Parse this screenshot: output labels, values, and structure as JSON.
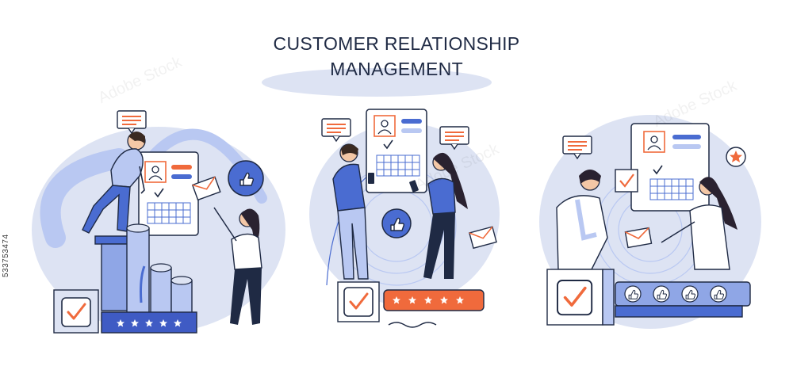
{
  "title": {
    "line1": "CUSTOMER RELATIONSHIP",
    "line2": "MANAGEMENT"
  },
  "stock_id": "533753474",
  "watermark": "Adobe Stock",
  "colors": {
    "navy": "#1f2a44",
    "blue": "#4a6cd1",
    "light_blue": "#b9c8f2",
    "pale_blue": "#dde3f3",
    "orange": "#f06a3c",
    "white": "#ffffff"
  },
  "scenes": [
    {
      "name": "scene-left",
      "icons": [
        "chat-bubble-icon",
        "profile-card-icon",
        "calendar-icon",
        "envelope-icon",
        "thumbs-up-icon",
        "checkbox-icon",
        "five-star-rating-icon",
        "bar-chart-icon"
      ]
    },
    {
      "name": "scene-center",
      "icons": [
        "chat-bubble-icon",
        "profile-card-icon",
        "calendar-icon",
        "thumbs-up-icon",
        "envelope-icon",
        "checkbox-icon",
        "five-star-rating-icon"
      ]
    },
    {
      "name": "scene-right",
      "icons": [
        "chat-bubble-icon",
        "profile-card-icon",
        "calendar-icon",
        "star-badge-icon",
        "envelope-icon",
        "checkbox-icon",
        "thumbs-up-icon"
      ]
    }
  ]
}
